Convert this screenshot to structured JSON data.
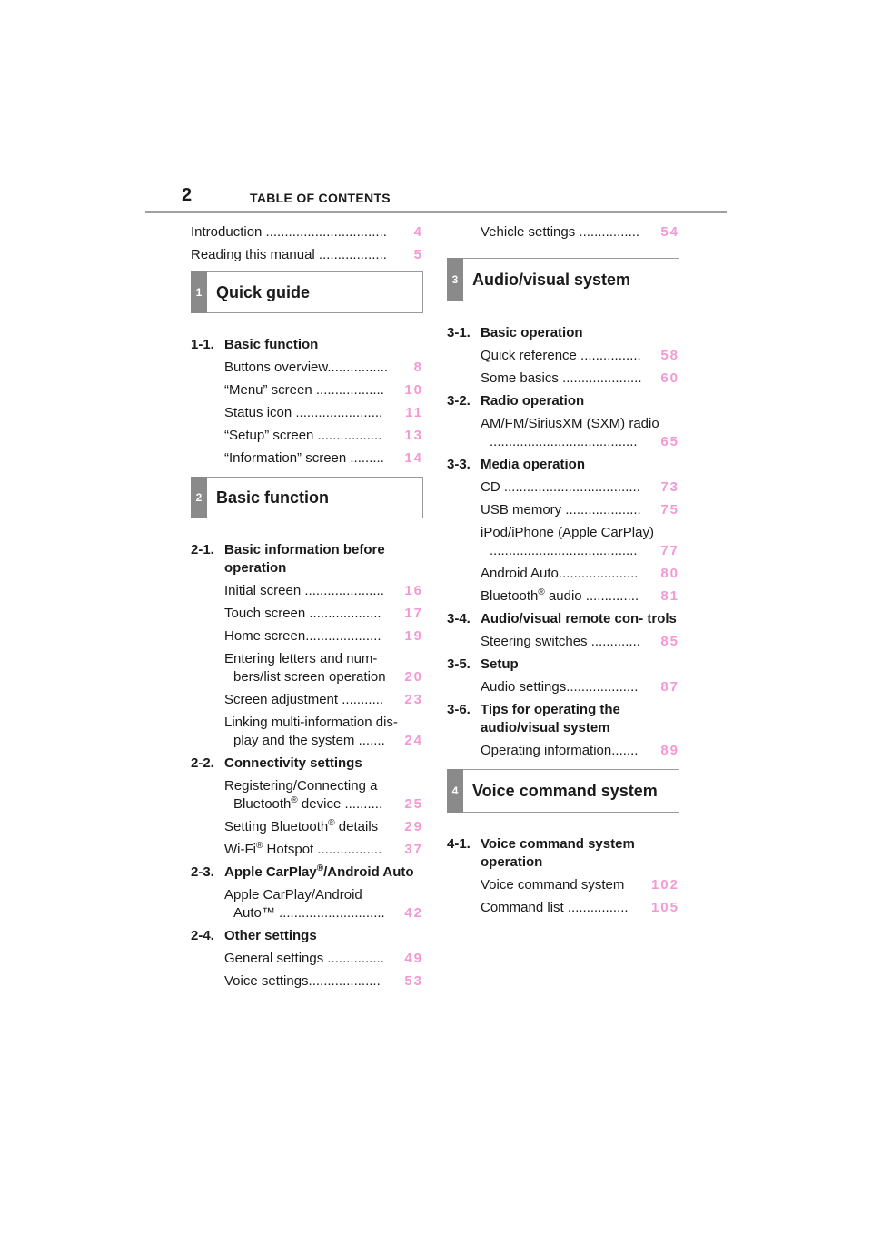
{
  "header": {
    "page_number": "2",
    "title": "TABLE OF CONTENTS"
  },
  "col1": {
    "intro": {
      "text": "Introduction ................................",
      "page": "4"
    },
    "reading": {
      "text": "Reading this manual ..................",
      "page": "5"
    },
    "section1": {
      "num": "1",
      "title": "Quick guide"
    },
    "ch11": {
      "num": "1-1.",
      "title": "Basic function",
      "items": [
        {
          "text": "Buttons overview................",
          "page": "8"
        },
        {
          "text": "“Menu” screen ..................",
          "page": "10"
        },
        {
          "text": "Status icon .......................",
          "page": "11"
        },
        {
          "text": "“Setup” screen .................",
          "page": "13"
        },
        {
          "text": "“Information” screen .........",
          "page": "14"
        }
      ]
    },
    "section2": {
      "num": "2",
      "title": "Basic function"
    },
    "ch21": {
      "num": "2-1.",
      "title": "Basic information before operation",
      "items": [
        {
          "text": "Initial screen .....................",
          "page": "16"
        },
        {
          "text": "Touch screen ...................",
          "page": "17"
        },
        {
          "text": "Home screen....................",
          "page": "19"
        }
      ],
      "entering": {
        "line1": "Entering letters and num-",
        "line2": "bers/list screen operation",
        "page": "20"
      },
      "screen_adj": {
        "text": "Screen adjustment ...........",
        "page": "23"
      },
      "linking": {
        "line1": "Linking multi-information dis-",
        "line2": "play and the system .......",
        "page": "24"
      }
    },
    "ch22": {
      "num": "2-2.",
      "title": "Connectivity settings",
      "registering": {
        "line1": "Registering/Connecting a",
        "line2a": "Bluetooth",
        "reg": "®",
        "line2b": " device ..........",
        "page": "25"
      },
      "setting": {
        "a": "Setting Bluetooth",
        "reg": "®",
        "b": " details",
        "page": "29"
      },
      "wifi": {
        "a": "Wi-Fi",
        "reg": "®",
        "b": " Hotspot .................",
        "page": "37"
      }
    },
    "ch23": {
      "num": "2-3.",
      "title_a": "Apple CarPlay",
      "reg": "®",
      "title_b": "/Android Auto",
      "item": {
        "line1": "Apple CarPlay/Android",
        "line2": "Auto™ ............................",
        "page": "42"
      }
    },
    "ch24": {
      "num": "2-4.",
      "title": "Other settings",
      "items": [
        {
          "text": "General settings ...............",
          "page": "49"
        },
        {
          "text": "Voice settings...................",
          "page": "53"
        }
      ]
    }
  },
  "col2": {
    "vehicle": {
      "text": "Vehicle settings ................",
      "page": "54"
    },
    "section3": {
      "num": "3",
      "title": "Audio/visual system"
    },
    "ch31": {
      "num": "3-1.",
      "title": "Basic operation",
      "items": [
        {
          "text": "Quick reference ................",
          "page": "58"
        },
        {
          "text": "Some basics .....................",
          "page": "60"
        }
      ]
    },
    "ch32": {
      "num": "3-2.",
      "title": "Radio operation",
      "item": {
        "line1": "AM/FM/SiriusXM (SXM) radio",
        "line2": ".......................................",
        "page": "65"
      }
    },
    "ch33": {
      "num": "3-3.",
      "title": "Media operation",
      "cd": {
        "text": "CD ....................................",
        "page": "73"
      },
      "usb": {
        "text": "USB memory ....................",
        "page": "75"
      },
      "ipod": {
        "line1": "iPod/iPhone (Apple CarPlay)",
        "line2": ".......................................",
        "page": "77"
      },
      "android": {
        "text": "Android Auto.....................",
        "page": "80"
      },
      "bt_audio": {
        "a": "Bluetooth",
        "reg": "®",
        "b": " audio ..............",
        "page": "81"
      }
    },
    "ch34": {
      "num": "3-4.",
      "title": "Audio/visual remote con- trols",
      "item": {
        "text": "Steering switches .............",
        "page": "85"
      }
    },
    "ch35": {
      "num": "3-5.",
      "title": "Setup",
      "item": {
        "text": "Audio settings...................",
        "page": "87"
      }
    },
    "ch36": {
      "num": "3-6.",
      "title": "Tips for operating the audio/visual system",
      "item": {
        "text": "Operating information.......",
        "page": "89"
      }
    },
    "section4": {
      "num": "4",
      "title": "Voice command system"
    },
    "ch41": {
      "num": "4-1.",
      "title": "Voice command system operation",
      "items": [
        {
          "text": "Voice command system",
          "page": "102"
        },
        {
          "text": "Command list ................",
          "page": "105"
        }
      ]
    }
  },
  "colors": {
    "page_link": "#f39ad4",
    "tab": "#8a8a8a",
    "rule": "#a0a0a0"
  }
}
